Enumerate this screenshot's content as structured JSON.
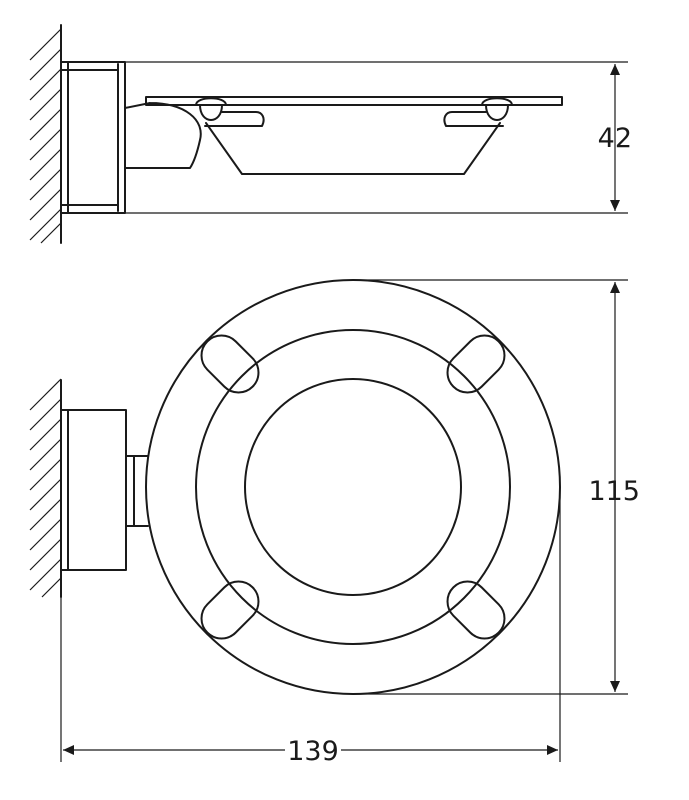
{
  "drawing": {
    "dimensions": {
      "height_side": "42",
      "diameter_front": "115",
      "width_overall": "139"
    },
    "colors": {
      "line": "#1a1a1a",
      "background": "#ffffff"
    }
  }
}
